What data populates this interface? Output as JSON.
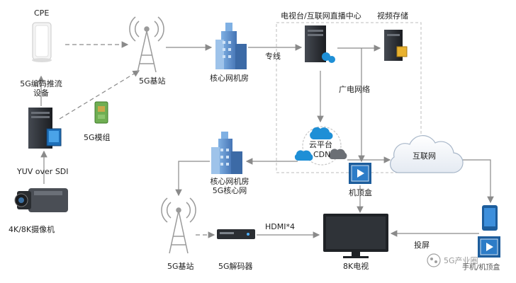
{
  "nodes": {
    "cpe": "CPE",
    "encoder": "5G编码推流设备",
    "encoder_line1": "5G编码推流",
    "encoder_line2": "设备",
    "module": "5G模组",
    "yuv": "YUV over SDI",
    "camera": "4K/8K摄像机",
    "base_station_top": "5G基站",
    "core_top": "核心网机房",
    "tv_center": "电视台/互联网直播中心",
    "video_storage": "视频存储",
    "cloud_platform": "云平台",
    "cdn": "CDN",
    "core_bottom_line1": "核心网机房",
    "core_bottom_line2": "5G核心网",
    "internet": "互联网",
    "stb": "机顶盒",
    "base_station_bottom": "5G基站",
    "decoder": "5G解码器",
    "tv": "8K电视",
    "phone_stb": "手机/机顶盒"
  },
  "links": {
    "dedicated_line": "专线",
    "broadcast_network": "广电网络",
    "hdmi": "HDMI*4",
    "screen_cast": "投屏"
  },
  "watermark": "5G产业圈",
  "colors": {
    "line": "#8a8a8a",
    "cloud_blue": "#1e8fd6",
    "server_dark": "#2b2e33",
    "building_blue": "#5c8fc9",
    "frame": "#bdbdbd"
  }
}
